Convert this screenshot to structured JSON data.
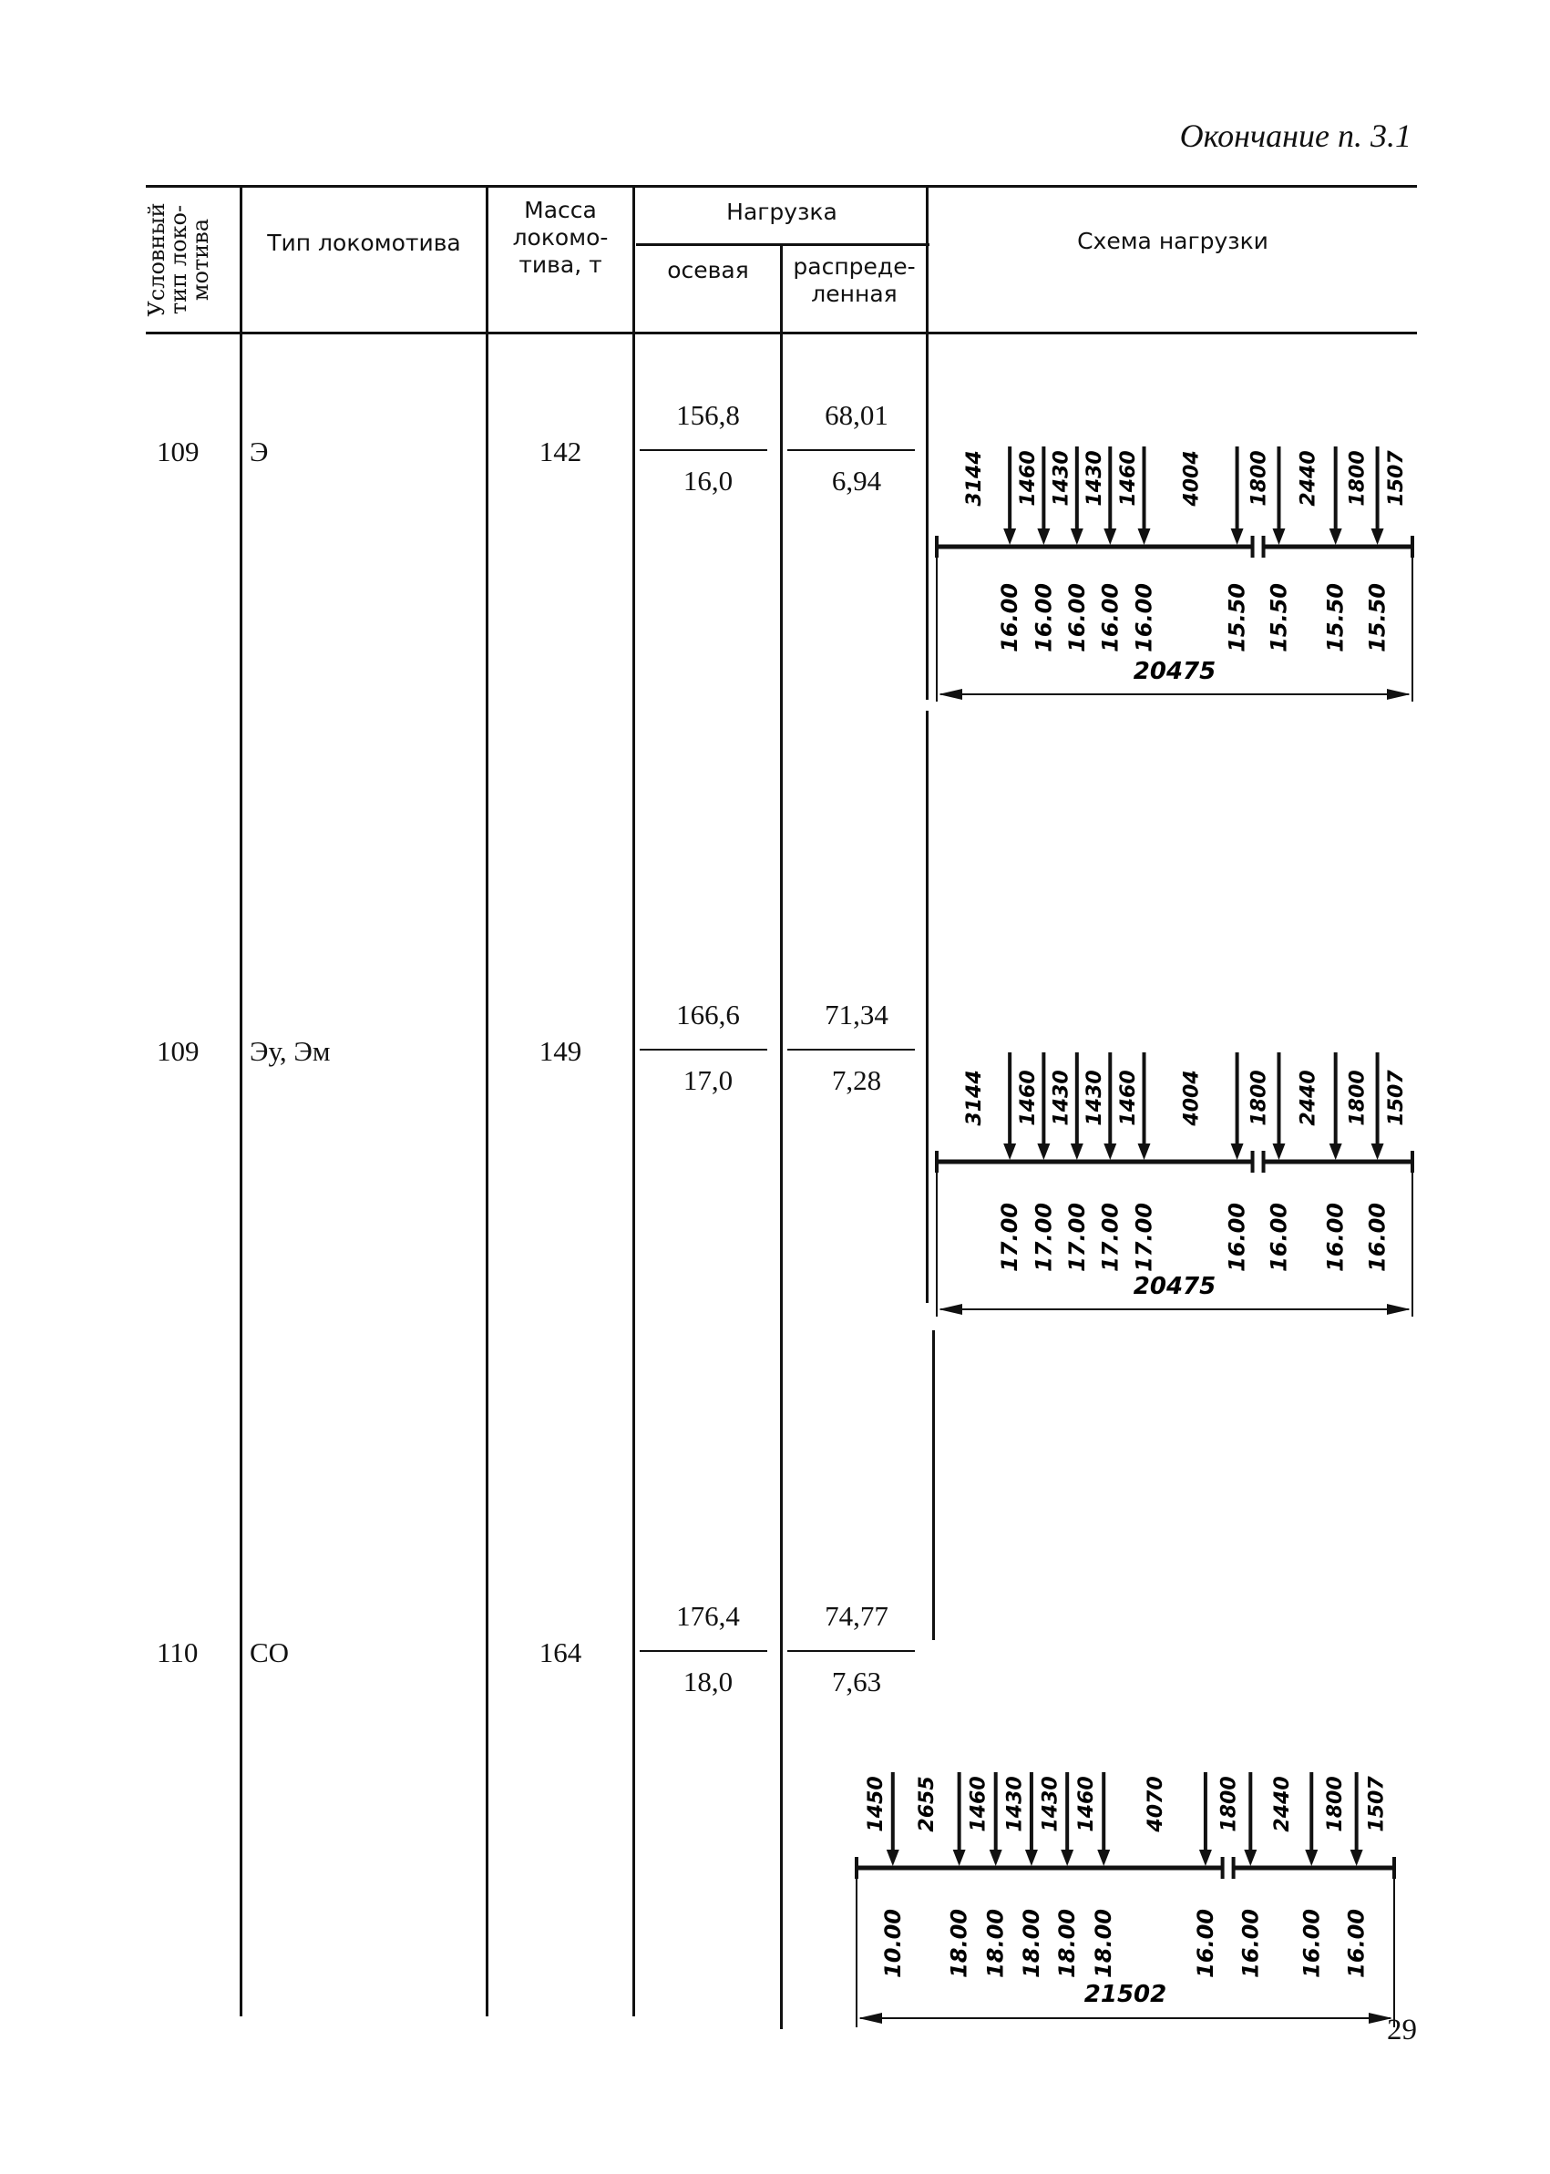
{
  "page": {
    "title": "Окончание п. 3.1",
    "page_number": "29"
  },
  "table": {
    "headers": {
      "conditional_type": [
        "Условный",
        "тип локо-",
        "мотива"
      ],
      "loco_type": "Тип локомотива",
      "mass": [
        "Масса",
        "локомо-",
        "тива, т"
      ],
      "load": "Нагрузка",
      "axial": "осевая",
      "distributed": [
        "распреде-",
        "ленная"
      ],
      "scheme": "Схема нагрузки"
    },
    "rows": [
      {
        "code": "109",
        "type": "Э",
        "mass": "142",
        "axial_top": "156,8",
        "axial_bottom": "16,0",
        "dist_top": "68,01",
        "dist_bottom": "6,94",
        "scheme": {
          "spacings": [
            "3144",
            "1460",
            "1430",
            "1430",
            "1460",
            "4004",
            "1800",
            "2440",
            "1800",
            "1507"
          ],
          "loads": [
            "16.00",
            "16.00",
            "16.00",
            "16.00",
            "16.00",
            "15.50",
            "15.50",
            "15.50",
            "15.50"
          ],
          "total": "20475"
        }
      },
      {
        "code": "109",
        "type": "Эу, Эм",
        "mass": "149",
        "axial_top": "166,6",
        "axial_bottom": "17,0",
        "dist_top": "71,34",
        "dist_bottom": "7,28",
        "scheme": {
          "spacings": [
            "3144",
            "1460",
            "1430",
            "1430",
            "1460",
            "4004",
            "1800",
            "2440",
            "1800",
            "1507"
          ],
          "loads": [
            "17.00",
            "17.00",
            "17.00",
            "17.00",
            "17.00",
            "16.00",
            "16.00",
            "16.00",
            "16.00"
          ],
          "total": "20475"
        }
      },
      {
        "code": "110",
        "type": "СО",
        "mass": "164",
        "axial_top": "176,4",
        "axial_bottom": "18,0",
        "dist_top": "74,77",
        "dist_bottom": "7,63",
        "scheme": {
          "spacings": [
            "1450",
            "2655",
            "1460",
            "1430",
            "1430",
            "1460",
            "4070",
            "1800",
            "2440",
            "1800",
            "1507"
          ],
          "loads": [
            "10.00",
            "18.00",
            "18.00",
            "18.00",
            "18.00",
            "18.00",
            "16.00",
            "16.00",
            "16.00",
            "16.00"
          ],
          "total": "21502"
        }
      }
    ]
  }
}
